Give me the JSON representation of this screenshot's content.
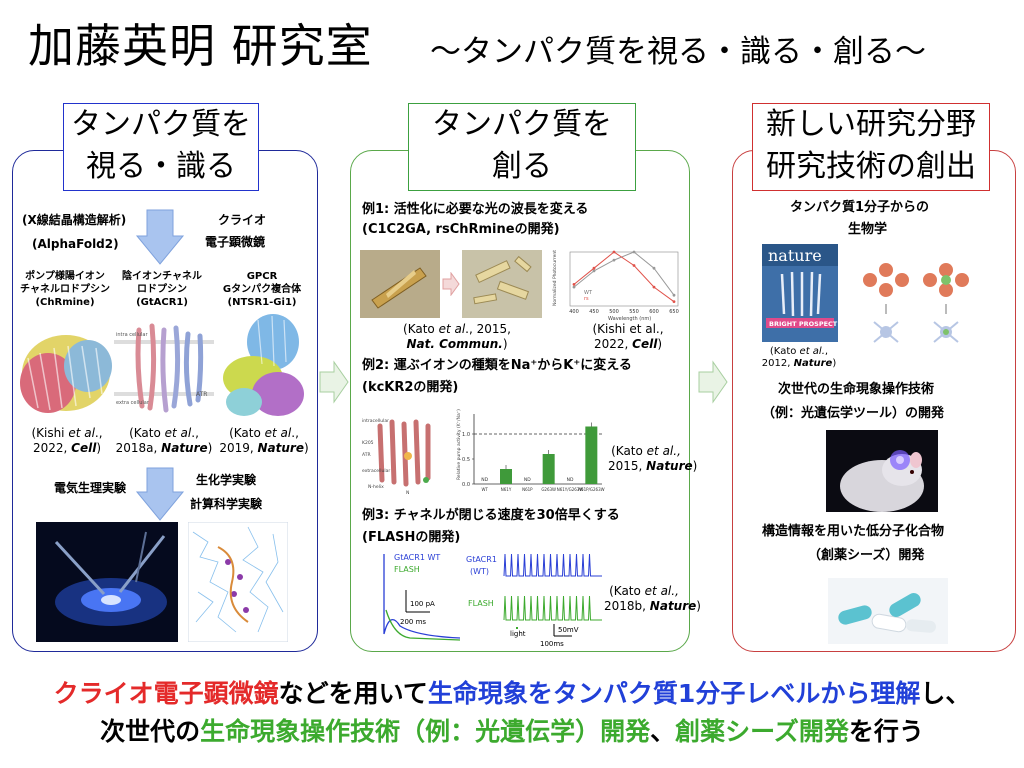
{
  "header": {
    "title": "加藤英明 研究室",
    "subtitle": "〜タンパク質を視る・識る・創る〜"
  },
  "column1": {
    "heading_line1": "タンパク質を",
    "heading_line2": "視る・識る",
    "method_xray": "(X線結晶構造解析)",
    "method_alphafold": "(AlphaFold2)",
    "method_cryo_line1": "クライオ",
    "method_cryo_line2": "電子顕微鏡",
    "protein1_l1": "ポンプ様陽イオン",
    "protein1_l2": "チャネルロドプシン",
    "protein1_l3": "(ChRmine)",
    "protein2_l1": "陰イオンチャネル",
    "protein2_l2": "ロドプシン",
    "protein2_l3": "(GtACR1)",
    "protein3_l1": "GPCR",
    "protein3_l2": "Gタンパク複合体",
    "protein3_l3": "(NTSR1-Gi1)",
    "cite1_l1": "(Kishi ",
    "cite1_et": "et al",
    "cite1_l1b": ".,",
    "cite1_l2": "2022, ",
    "cite1_j": "Cell",
    "cite1_end": ")",
    "cite2_l1": "(Kato ",
    "cite2_et": "et al",
    "cite2_l1b": ".,",
    "cite2_l2": "2018a, ",
    "cite2_j": "Nature",
    "cite2_end": ")",
    "cite3_l1": "(Kato ",
    "cite3_et": "et al",
    "cite3_l1b": ".,",
    "cite3_l2": "2019, ",
    "cite3_j": "Nature",
    "cite3_end": ")",
    "method_ephys": "電気生理実験",
    "method_biochem": "生化学実験",
    "method_compsci": "計算科学実験",
    "struct_intra": "intra cellular",
    "struct_extra": "extra cellular",
    "struct_atr": "ATR"
  },
  "column2": {
    "heading_line1": "タンパク質を",
    "heading_line2": "創る",
    "ex1_l1": "例1: 活性化に必要な光の波長を変える",
    "ex1_l2": "(C1C2GA, rsChRmineの開発)",
    "ex1_cite1_l1": "(Kato ",
    "ex1_cite1_et": "et al",
    "ex1_cite1_l1b": "., 2015,",
    "ex1_cite1_j": "Nat. Commun.",
    "ex1_cite1_end": ")",
    "ex1_cite2_l1": "(Kishi et al.,",
    "ex1_cite2_l2": "2022, ",
    "ex1_cite2_j": "Cell",
    "ex1_cite2_end": ")",
    "ex1_plot_wt": "WT",
    "ex1_plot_rs": "rs",
    "ex1_plot_xlabel": "Wavelength (nm)",
    "ex1_plot_ylabel": "Normalized Photocurrent",
    "ex1_plot_ticks": [
      "400",
      "450",
      "500",
      "550",
      "600",
      "650"
    ],
    "ex2_l1": "例2: 運ぶイオンの種類をNa⁺からK⁺に変える",
    "ex2_l2": "(kcKR2の開発)",
    "ex2_cite_l1": "(Kato ",
    "ex2_cite_et": "et al.,",
    "ex2_cite_l2": "2015, ",
    "ex2_cite_j": "Nature",
    "ex2_cite_end": ")",
    "ex2_plot_ylabel": "Relative pump activity (K⁺/Na⁺)",
    "ex2_struct_labels": [
      "intracellular",
      "K205",
      "ATR",
      "extracellular",
      "N-helix",
      "N"
    ],
    "ex3_l1": "例3: チャネルが閉じる速度を30倍早くする",
    "ex3_l2": "(FLASHの開発)",
    "ex3_cite_l1": "(Kato ",
    "ex3_cite_et": "et al.,",
    "ex3_cite_l2": "2018b, ",
    "ex3_cite_j": "Nature",
    "ex3_cite_end": ")",
    "ex3_legend_wt": "GtACR1 WT",
    "ex3_legend_flash": "FLASH",
    "ex3_trace_wt_l1": "GtACR1",
    "ex3_trace_wt_l2": "(WT)",
    "ex3_trace_flash": "FLASH",
    "ex3_scale_pa": "100 pA",
    "ex3_scale_ms": "200 ms",
    "ex3_light": "light",
    "ex3_scale_mv": "50mV",
    "ex3_scale_ms2": "100ms"
  },
  "column3": {
    "heading_line1": "新しい研究分野",
    "heading_line2": "研究技術の創出",
    "topic1_l1": "タンパク質1分子からの",
    "topic1_l2": "生物学",
    "nature_logo": "nature",
    "nature_cover_text": "BRIGHT PROSPECT",
    "cite_l1": "(Kato ",
    "cite_et": "et al.",
    "cite_l1b": ",",
    "cite_l2": "2012, ",
    "cite_j": "Nature",
    "cite_end": ")",
    "topic2_l1": "次世代の生命現象操作技術",
    "topic2_l2": "（例：光遺伝学ツール）の開発",
    "topic3_l1": "構造情報を用いた低分子化合物",
    "topic3_l2": "（創薬シーズ）開発"
  },
  "chart_data": [
    {
      "type": "bar",
      "categories": [
        "WT",
        "N61Y",
        "N61P",
        "G263W",
        "N61Y/G263W",
        "N61P/G263W"
      ],
      "values": [
        0,
        0.3,
        0,
        0.6,
        0,
        1.15
      ],
      "bar_labels": [
        "ND",
        "",
        "ND",
        "",
        "ND",
        ""
      ],
      "ylabel": "Relative pump activity (K⁺/Na⁺)",
      "ylim": [
        0,
        1.4
      ],
      "yticks": [
        "0.0",
        "0.5",
        "1.0"
      ],
      "reference_line": 1.0,
      "color": "#3f9a3a"
    },
    {
      "type": "line",
      "xlabel": "Wavelength (nm)",
      "ylabel": "Normalized Photocurrent",
      "x": [
        400,
        450,
        500,
        550,
        600,
        650
      ],
      "series": [
        {
          "name": "WT",
          "values": [
            0.35,
            0.65,
            0.85,
            1.0,
            0.7,
            0.2
          ]
        },
        {
          "name": "rs",
          "values": [
            0.4,
            0.7,
            1.0,
            0.75,
            0.35,
            0.08
          ]
        }
      ],
      "ylim": [
        0,
        1.0
      ]
    }
  ],
  "footer": {
    "l1_red": "クライオ電子顕微鏡",
    "l1_black1": "などを用いて",
    "l1_blue": "生命現象をタンパク質1分子レベルから理解",
    "l1_black2": "し、",
    "l2_black1": "次世代の",
    "l2_green1": "生命現象操作技術（例：光遺伝学）開発",
    "l2_black2": "、",
    "l2_green2": "創薬シーズ開発",
    "l2_black3": "を行う"
  },
  "colors": {
    "panel1_border": "#1f2a9a",
    "panel2_border": "#5aa84a",
    "panel3_border": "#c84040",
    "red": "#e42a2a",
    "blue": "#2140d8",
    "green": "#3caa2e"
  }
}
